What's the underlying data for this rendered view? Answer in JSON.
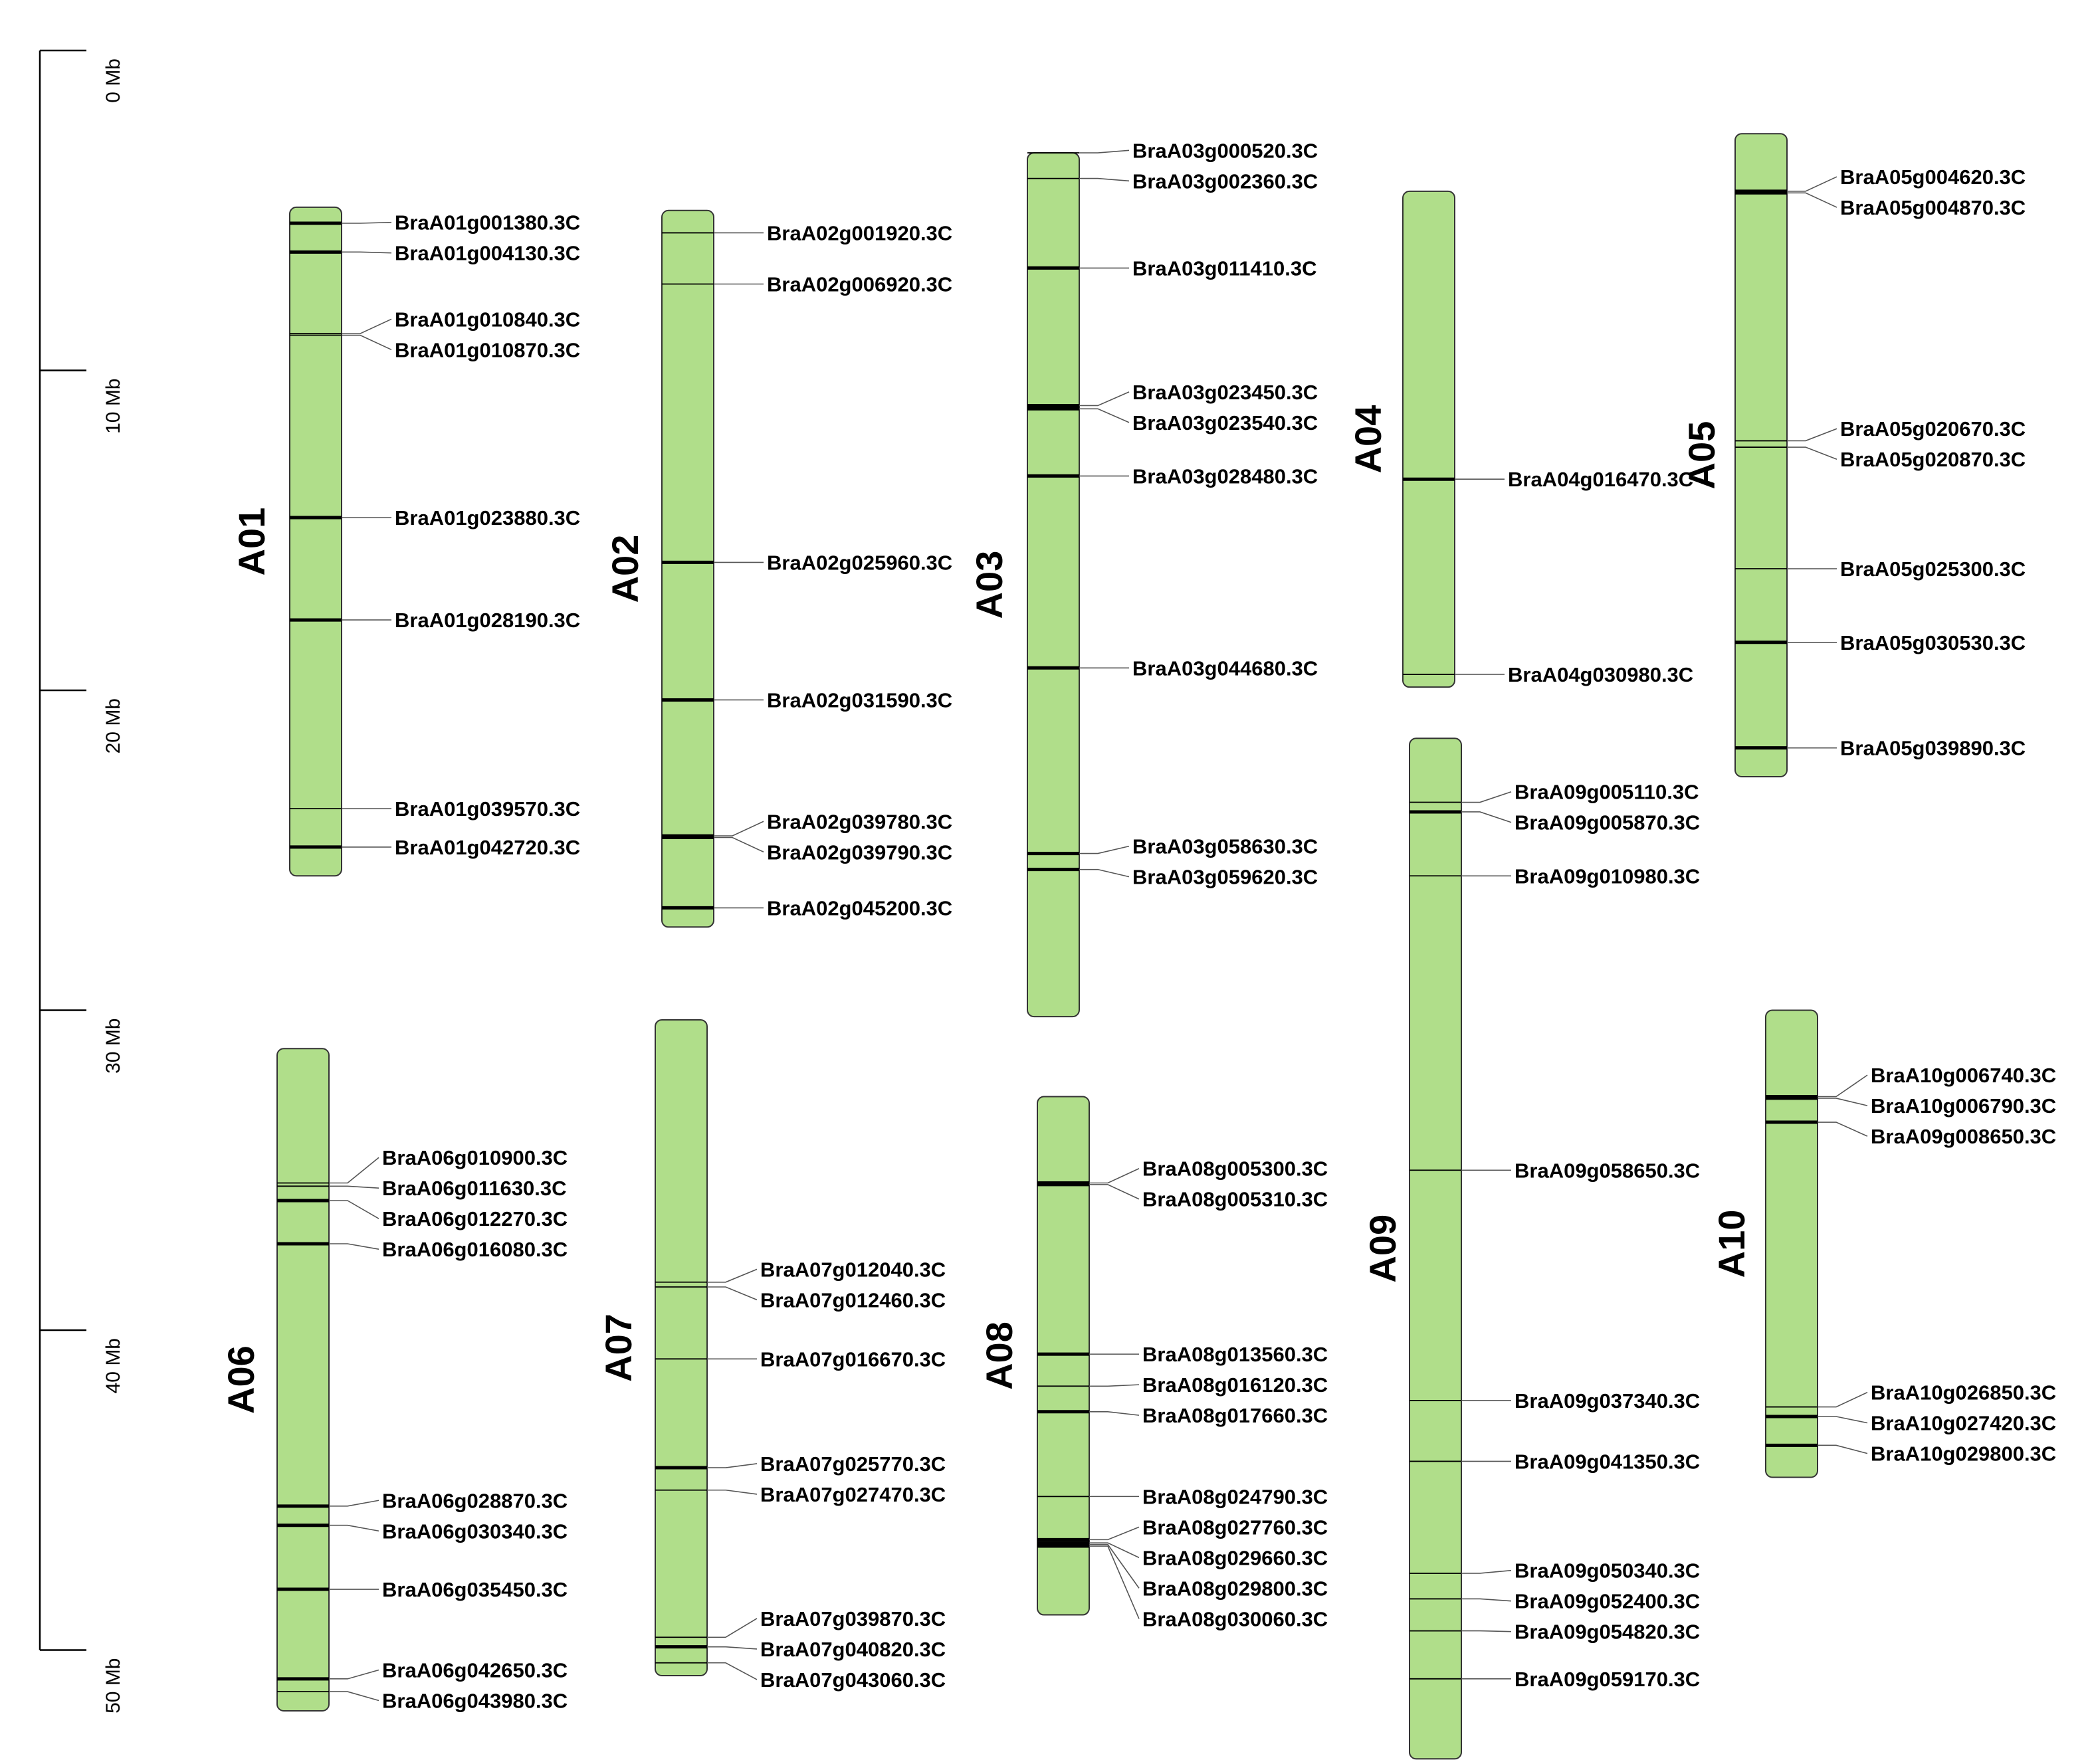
{
  "scale": {
    "ticks_mb": [
      0,
      10,
      20,
      30,
      40,
      50
    ],
    "labels": [
      "0 Mb",
      "10 Mb",
      "20 Mb",
      "30 Mb",
      "40 Mb",
      "50 Mb"
    ]
  },
  "colors": {
    "chromosome_fill": "#b0de8a",
    "chromosome_outline": "#333333",
    "gene_mark": "#000000",
    "leader_line": "#555555"
  },
  "chromosomes": [
    {
      "name": "A01",
      "start_mb": 4.9,
      "end_mb": 25.8,
      "genes": [
        {
          "id": "BraA01g001380.3C",
          "pos_mb": 5.4,
          "bold": true
        },
        {
          "id": "BraA01g004130.3C",
          "pos_mb": 6.3,
          "bold": true
        },
        {
          "id": "BraA01g010840.3C",
          "pos_mb": 8.85,
          "bold": false
        },
        {
          "id": "BraA01g010870.3C",
          "pos_mb": 8.9,
          "bold": false
        },
        {
          "id": "BraA01g023880.3C",
          "pos_mb": 14.6,
          "bold": true
        },
        {
          "id": "BraA01g028190.3C",
          "pos_mb": 17.8,
          "bold": true
        },
        {
          "id": "BraA01g039570.3C",
          "pos_mb": 23.7,
          "bold": false
        },
        {
          "id": "BraA01g042720.3C",
          "pos_mb": 24.9,
          "bold": true
        }
      ]
    },
    {
      "name": "A02",
      "start_mb": 5.0,
      "end_mb": 27.4,
      "genes": [
        {
          "id": "BraA02g001920.3C",
          "pos_mb": 5.7,
          "bold": false
        },
        {
          "id": "BraA02g006920.3C",
          "pos_mb": 7.3,
          "bold": false
        },
        {
          "id": "BraA02g025960.3C",
          "pos_mb": 16.0,
          "bold": true
        },
        {
          "id": "BraA02g031590.3C",
          "pos_mb": 20.3,
          "bold": true
        },
        {
          "id": "BraA02g039780.3C",
          "pos_mb": 24.55,
          "bold": true
        },
        {
          "id": "BraA02g039790.3C",
          "pos_mb": 24.6,
          "bold": true
        },
        {
          "id": "BraA02g045200.3C",
          "pos_mb": 26.8,
          "bold": true
        }
      ]
    },
    {
      "name": "A03",
      "start_mb": 3.2,
      "end_mb": 30.2,
      "genes": [
        {
          "id": "BraA03g000520.3C",
          "pos_mb": 3.2,
          "bold": false
        },
        {
          "id": "BraA03g002360.3C",
          "pos_mb": 4.0,
          "bold": false
        },
        {
          "id": "BraA03g011410.3C",
          "pos_mb": 6.8,
          "bold": true
        },
        {
          "id": "BraA03g023450.3C",
          "pos_mb": 11.1,
          "bold": true
        },
        {
          "id": "BraA03g023540.3C",
          "pos_mb": 11.2,
          "bold": true
        },
        {
          "id": "BraA03g028480.3C",
          "pos_mb": 13.3,
          "bold": true
        },
        {
          "id": "BraA03g044680.3C",
          "pos_mb": 19.3,
          "bold": true
        },
        {
          "id": "BraA03g058630.3C",
          "pos_mb": 25.1,
          "bold": true
        },
        {
          "id": "BraA03g059620.3C",
          "pos_mb": 25.6,
          "bold": true
        }
      ]
    },
    {
      "name": "A04",
      "start_mb": 4.4,
      "end_mb": 19.9,
      "genes": [
        {
          "id": "BraA04g016470.3C",
          "pos_mb": 13.4,
          "bold": true
        },
        {
          "id": "BraA04g030980.3C",
          "pos_mb": 19.5,
          "bold": false
        }
      ]
    },
    {
      "name": "A05",
      "start_mb": 2.6,
      "end_mb": 22.7,
      "genes": [
        {
          "id": "BraA05g004620.3C",
          "pos_mb": 4.4,
          "bold": true
        },
        {
          "id": "BraA05g004870.3C",
          "pos_mb": 4.45,
          "bold": true
        },
        {
          "id": "BraA05g020670.3C",
          "pos_mb": 12.2,
          "bold": false
        },
        {
          "id": "BraA05g020870.3C",
          "pos_mb": 12.4,
          "bold": false
        },
        {
          "id": "BraA05g025300.3C",
          "pos_mb": 16.2,
          "bold": false
        },
        {
          "id": "BraA05g030530.3C",
          "pos_mb": 18.5,
          "bold": true
        },
        {
          "id": "BraA05g039890.3C",
          "pos_mb": 21.8,
          "bold": true
        }
      ]
    },
    {
      "name": "A06",
      "start_mb": 31.2,
      "end_mb": 51.9,
      "genes": [
        {
          "id": "BraA06g010900.3C",
          "pos_mb": 35.4,
          "bold": false
        },
        {
          "id": "BraA06g011630.3C",
          "pos_mb": 35.5,
          "bold": false
        },
        {
          "id": "BraA06g012270.3C",
          "pos_mb": 35.95,
          "bold": true
        },
        {
          "id": "BraA06g016080.3C",
          "pos_mb": 37.3,
          "bold": true
        },
        {
          "id": "BraA06g028870.3C",
          "pos_mb": 45.5,
          "bold": true
        },
        {
          "id": "BraA06g030340.3C",
          "pos_mb": 46.1,
          "bold": true
        },
        {
          "id": "BraA06g035450.3C",
          "pos_mb": 48.1,
          "bold": true
        },
        {
          "id": "BraA06g042650.3C",
          "pos_mb": 50.9,
          "bold": true
        },
        {
          "id": "BraA06g043980.3C",
          "pos_mb": 51.3,
          "bold": false
        }
      ]
    },
    {
      "name": "A07",
      "start_mb": 30.3,
      "end_mb": 50.8,
      "genes": [
        {
          "id": "BraA07g012040.3C",
          "pos_mb": 38.5,
          "bold": false
        },
        {
          "id": "BraA07g012460.3C",
          "pos_mb": 38.65,
          "bold": false
        },
        {
          "id": "BraA07g016670.3C",
          "pos_mb": 40.9,
          "bold": false
        },
        {
          "id": "BraA07g025770.3C",
          "pos_mb": 44.3,
          "bold": true
        },
        {
          "id": "BraA07g027470.3C",
          "pos_mb": 45.0,
          "bold": false
        },
        {
          "id": "BraA07g039870.3C",
          "pos_mb": 49.6,
          "bold": false
        },
        {
          "id": "BraA07g040820.3C",
          "pos_mb": 49.9,
          "bold": true
        },
        {
          "id": "BraA07g043060.3C",
          "pos_mb": 50.4,
          "bold": false
        }
      ]
    },
    {
      "name": "A08",
      "start_mb": 32.7,
      "end_mb": 48.9,
      "genes": [
        {
          "id": "BraA08g005300.3C",
          "pos_mb": 35.4,
          "bold": true
        },
        {
          "id": "BraA08g005310.3C",
          "pos_mb": 35.45,
          "bold": true
        },
        {
          "id": "BraA08g013560.3C",
          "pos_mb": 40.75,
          "bold": true
        },
        {
          "id": "BraA08g016120.3C",
          "pos_mb": 41.75,
          "bold": false
        },
        {
          "id": "BraA08g017660.3C",
          "pos_mb": 42.55,
          "bold": true
        },
        {
          "id": "BraA08g024790.3C",
          "pos_mb": 45.2,
          "bold": false
        },
        {
          "id": "BraA08g027760.3C",
          "pos_mb": 46.55,
          "bold": true
        },
        {
          "id": "BraA08g029660.3C",
          "pos_mb": 46.65,
          "bold": true
        },
        {
          "id": "BraA08g029800.3C",
          "pos_mb": 46.7,
          "bold": true
        },
        {
          "id": "BraA08g030060.3C",
          "pos_mb": 46.75,
          "bold": true
        }
      ]
    },
    {
      "name": "A09",
      "start_mb": 21.5,
      "end_mb": 53.4,
      "genes": [
        {
          "id": "BraA09g005110.3C",
          "pos_mb": 23.5,
          "bold": false
        },
        {
          "id": "BraA09g005870.3C",
          "pos_mb": 23.8,
          "bold": true
        },
        {
          "id": "BraA09g010980.3C",
          "pos_mb": 25.8,
          "bold": false
        },
        {
          "id": "BraA09g058650.3C",
          "pos_mb": 35.0,
          "bold": false
        },
        {
          "id": "BraA09g037340.3C",
          "pos_mb": 42.2,
          "bold": false
        },
        {
          "id": "BraA09g041350.3C",
          "pos_mb": 44.1,
          "bold": false
        },
        {
          "id": "BraA09g050340.3C",
          "pos_mb": 47.6,
          "bold": false
        },
        {
          "id": "BraA09g052400.3C",
          "pos_mb": 48.4,
          "bold": false
        },
        {
          "id": "BraA09g054820.3C",
          "pos_mb": 49.4,
          "bold": false
        },
        {
          "id": "BraA09g059170.3C",
          "pos_mb": 50.9,
          "bold": false
        }
      ]
    },
    {
      "name": "A10",
      "start_mb": 30.0,
      "end_mb": 44.6,
      "genes": [
        {
          "id": "BraA10g006740.3C",
          "pos_mb": 32.7,
          "bold": true
        },
        {
          "id": "BraA10g006790.3C",
          "pos_mb": 32.75,
          "bold": true
        },
        {
          "id": "BraA09g008650.3C",
          "pos_mb": 33.5,
          "bold": true
        },
        {
          "id": "BraA10g026850.3C",
          "pos_mb": 42.4,
          "bold": false
        },
        {
          "id": "BraA10g027420.3C",
          "pos_mb": 42.7,
          "bold": true
        },
        {
          "id": "BraA10g029800.3C",
          "pos_mb": 43.6,
          "bold": true
        }
      ]
    }
  ]
}
